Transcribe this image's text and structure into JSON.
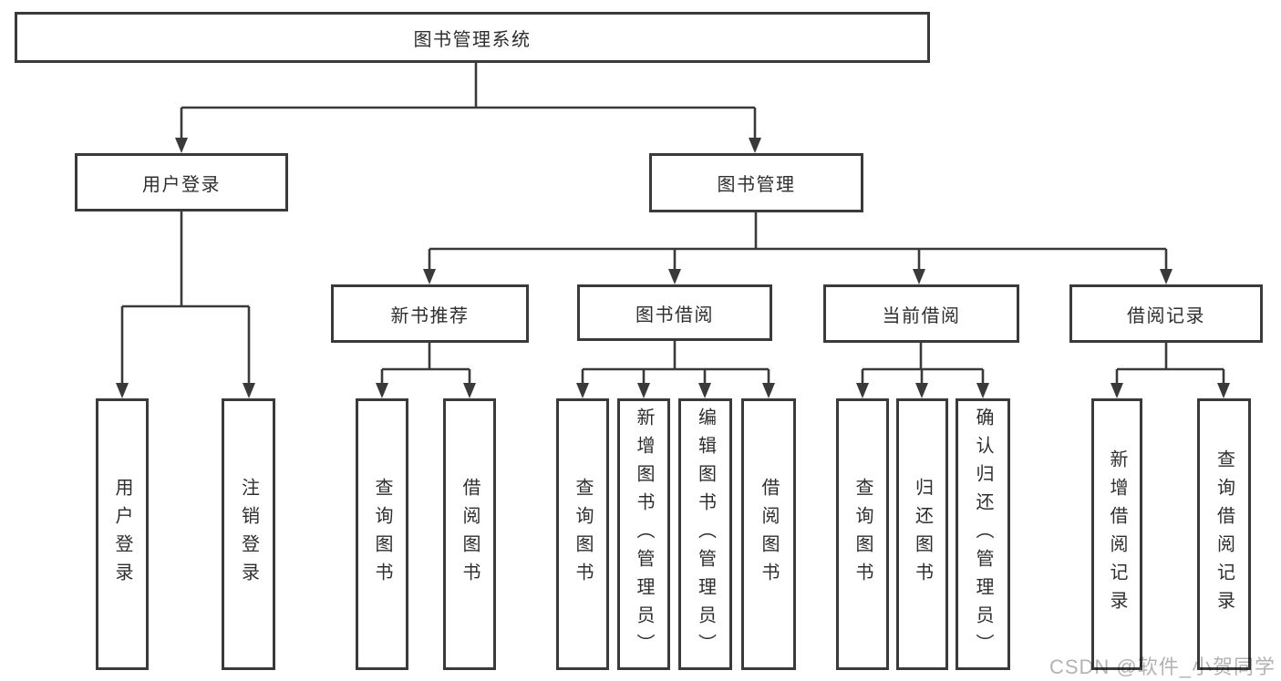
{
  "diagram_type": "hierarchy-tree",
  "colors": {
    "line": "#3a3a3a",
    "border": "#3a3a3a",
    "text": "#2e2e2e",
    "watermark": "#b3b3b3",
    "background": "#ffffff"
  },
  "tree": {
    "label": "图书管理系统",
    "children": [
      {
        "label": "用户登录",
        "children": [
          {
            "label": "用户登录"
          },
          {
            "label": "注销登录"
          }
        ]
      },
      {
        "label": "图书管理",
        "children": [
          {
            "label": "新书推荐",
            "children": [
              {
                "label": "查询图书"
              },
              {
                "label": "借阅图书"
              }
            ]
          },
          {
            "label": "图书借阅",
            "children": [
              {
                "label": "查询图书"
              },
              {
                "label": "新增图书（管理员）"
              },
              {
                "label": "编辑图书（管理员）"
              },
              {
                "label": "借阅图书"
              }
            ]
          },
          {
            "label": "当前借阅",
            "children": [
              {
                "label": "查询图书"
              },
              {
                "label": "归还图书"
              },
              {
                "label": "确认归还（管理员）"
              }
            ]
          },
          {
            "label": "借阅记录",
            "children": [
              {
                "label": "新增借阅记录"
              },
              {
                "label": "查询借阅记录"
              }
            ]
          }
        ]
      }
    ]
  },
  "watermark": {
    "text": "CSDN @软件_小贺同学"
  }
}
